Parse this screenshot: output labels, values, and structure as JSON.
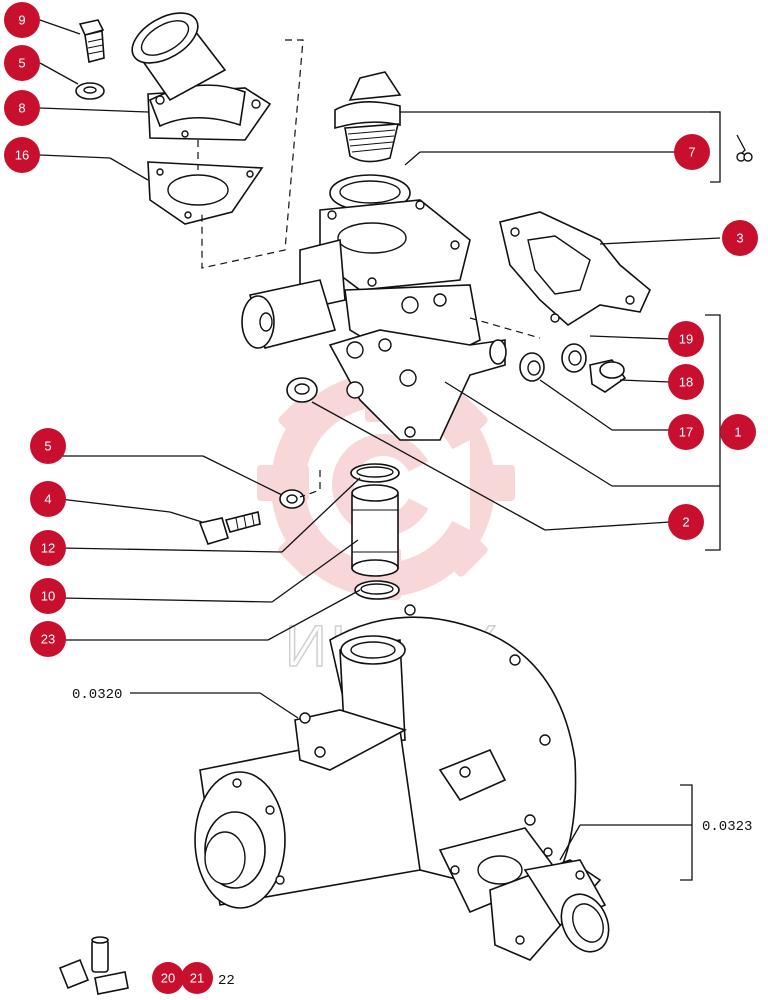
{
  "callouts": [
    {
      "num": "9"
    },
    {
      "num": "5"
    },
    {
      "num": "8"
    },
    {
      "num": "16"
    },
    {
      "num": "7"
    },
    {
      "num": "3"
    },
    {
      "num": "19"
    },
    {
      "num": "18"
    },
    {
      "num": "17"
    },
    {
      "num": "1"
    },
    {
      "num": "5"
    },
    {
      "num": "4"
    },
    {
      "num": "12"
    },
    {
      "num": "2"
    },
    {
      "num": "10"
    },
    {
      "num": "23"
    },
    {
      "num": "20"
    },
    {
      "num": "21"
    }
  ],
  "refs": {
    "ref_0320": "0.0320",
    "ref_0323": "0.0323",
    "ref_22": "22"
  },
  "watermark": {
    "text": "ИНТЕХ",
    "color": "#f2b7b7"
  },
  "colors": {
    "badge": "#c8102e",
    "linework": "#111111"
  }
}
